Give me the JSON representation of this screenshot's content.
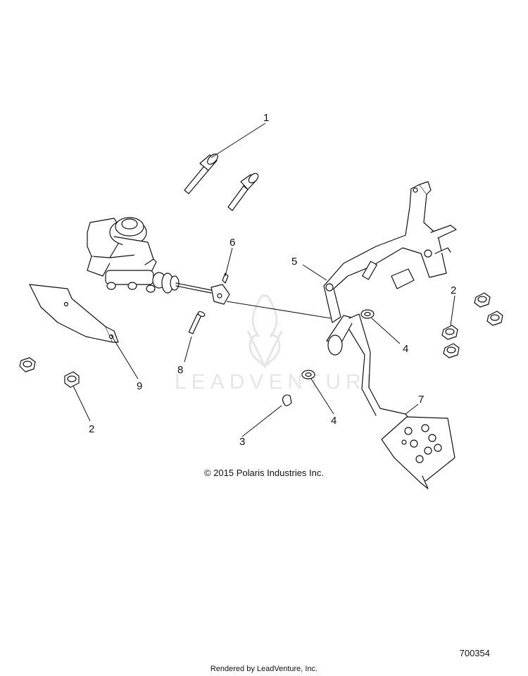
{
  "watermark": "LEADVENTURE",
  "copyright": "© 2015 Polaris Industries Inc.",
  "diagram_id": "700354",
  "footer": "Rendered by LeadVenture, Inc.",
  "callouts": {
    "c1": "1",
    "c2_left": "2",
    "c2_right": "2",
    "c3": "3",
    "c4_upper": "4",
    "c4_lower": "4",
    "c5": "5",
    "c6": "6",
    "c7": "7",
    "c8": "8",
    "c9": "9"
  }
}
